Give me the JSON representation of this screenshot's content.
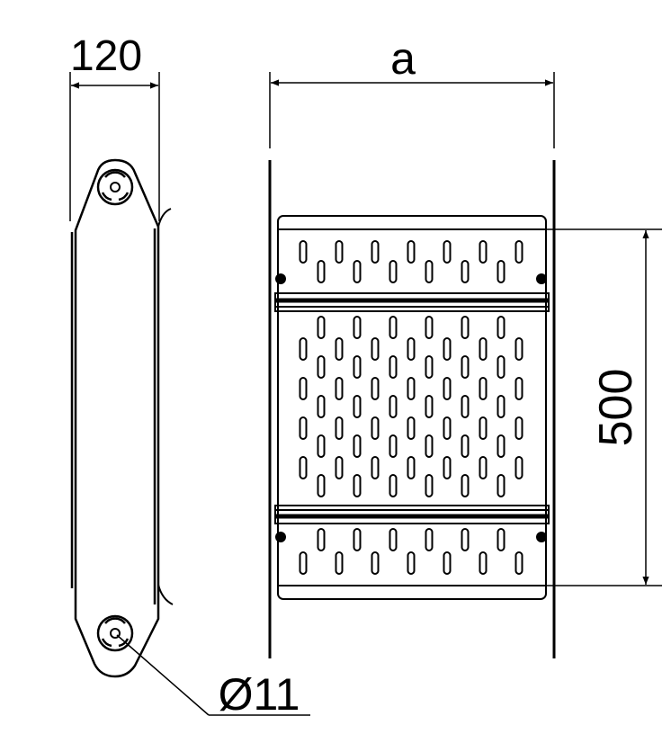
{
  "drawing": {
    "width_label": "120",
    "length_label": "a",
    "height_label": "500",
    "hole_label": "Ø11"
  },
  "colors": {
    "line": "#000000",
    "background": "#ffffff"
  }
}
